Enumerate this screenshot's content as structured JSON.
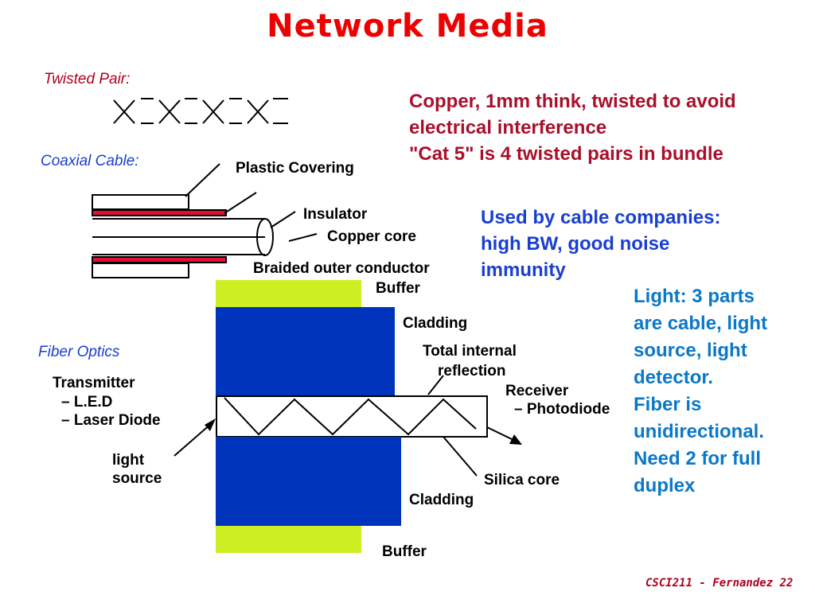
{
  "title": "Network Media",
  "twisted_pair": {
    "label": "Twisted Pair:",
    "note_lines": [
      "Copper, 1mm think, twisted to avoid",
      "electrical interference",
      "\"Cat 5\" is 4 twisted pairs in bundle"
    ]
  },
  "coax": {
    "label": "Coaxial Cable:",
    "plastic_covering": "Plastic Covering",
    "insulator": "Insulator",
    "copper_core": "Copper core",
    "braided": "Braided outer conductor",
    "note_lines": [
      "Used by cable companies:",
      "high BW, good noise",
      "immunity"
    ]
  },
  "fiber": {
    "label": "Fiber Optics",
    "buffer_top": "Buffer",
    "cladding_top": "Cladding",
    "tir_lines": [
      "Total internal",
      "reflection"
    ],
    "transmitter": "Transmitter",
    "led": "– L.E.D",
    "laser": "– Laser Diode",
    "receiver": "Receiver",
    "photodiode": "– Photodiode",
    "light_source_lines": [
      "light",
      "source"
    ],
    "silica_core": "Silica core",
    "cladding_bottom": "Cladding",
    "buffer_bottom": "Buffer",
    "note_lines": [
      "Light: 3 parts",
      "are cable, light",
      "source, light",
      "detector.",
      "Fiber is",
      "unidirectional.",
      "Need 2 for full",
      "duplex"
    ]
  },
  "colors": {
    "title": "#ee0000",
    "cladding": "#0033bb",
    "buffer": "#ccee22",
    "coax_red": "#dd1133"
  },
  "footer": "CSCI211 - Fernandez 22"
}
